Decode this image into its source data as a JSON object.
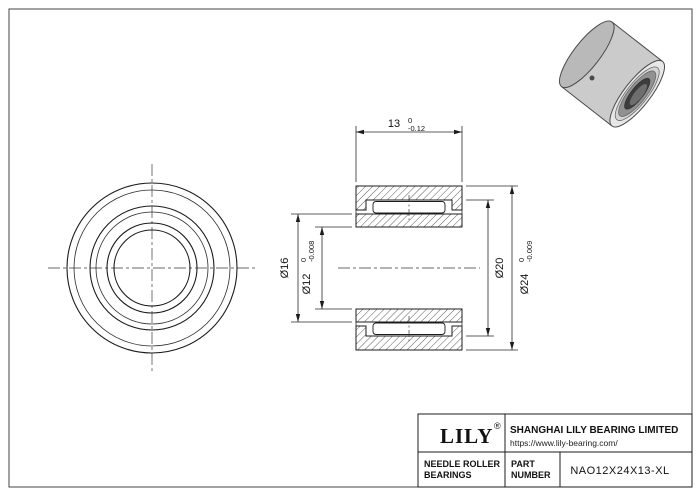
{
  "drawing": {
    "dimensions": {
      "width": {
        "value": "13",
        "tol_upper": "0",
        "tol_lower": "-0.12"
      },
      "bore": {
        "value": "Ø12",
        "tol_upper": "0",
        "tol_lower": "-0.008"
      },
      "inner_ring_od": {
        "value": "Ø16"
      },
      "outer_ring_bore": {
        "value": "Ø20"
      },
      "outer_diameter": {
        "value": "Ø24",
        "tol_upper": "0",
        "tol_lower": "-0.009"
      }
    }
  },
  "title_block": {
    "logo_text": "LILY",
    "registered_mark": "®",
    "company_name": "SHANGHAI LILY BEARING LIMITED",
    "website": "https://www.lily-bearing.com/",
    "category_line1": "NEEDLE ROLLER",
    "category_line2": "BEARINGS",
    "part_label_line1": "PART",
    "part_label_line2": "NUMBER",
    "part_number": "NAO12X24X13-XL"
  }
}
